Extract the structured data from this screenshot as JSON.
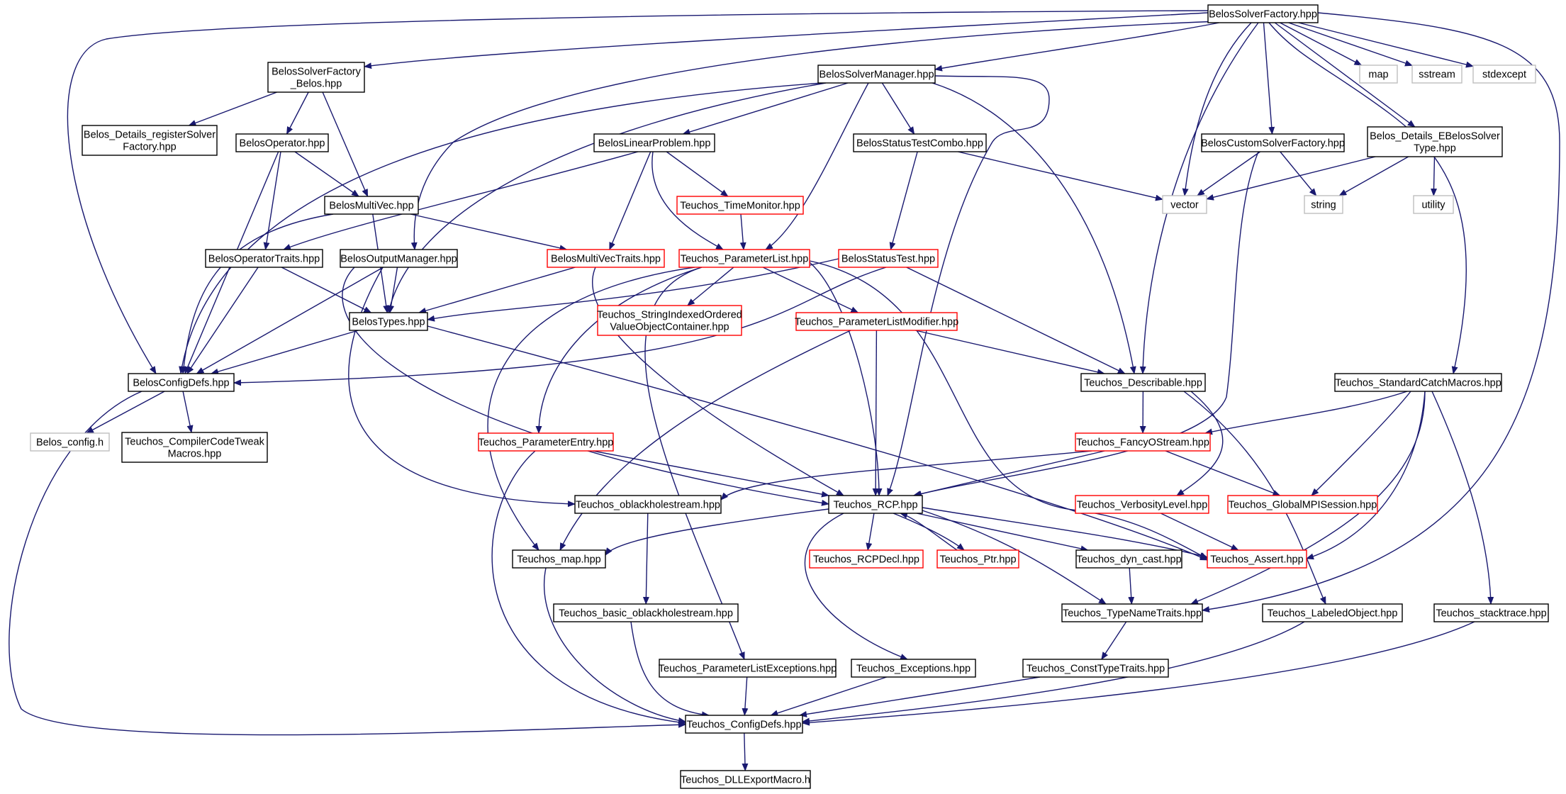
{
  "colors": {
    "edge": "#191970",
    "border_local": "#000000",
    "border_red": "#ff0000",
    "border_system": "#bfbfbf",
    "root_fill": "#bfbfbf"
  },
  "nodes": {
    "root": {
      "lines": [
        "BelosSolverFactory.hpp"
      ],
      "kind": "root"
    },
    "bsf_belos": {
      "lines": [
        "BelosSolverFactory",
        "_Belos.hpp"
      ],
      "kind": "local"
    },
    "bsm": {
      "lines": [
        "BelosSolverManager.hpp"
      ],
      "kind": "local"
    },
    "map": {
      "lines": [
        "map"
      ],
      "kind": "system"
    },
    "sstream": {
      "lines": [
        "sstream"
      ],
      "kind": "system"
    },
    "stdexcept": {
      "lines": [
        "stdexcept"
      ],
      "kind": "system"
    },
    "reg": {
      "lines": [
        "Belos_Details_registerSolver",
        "Factory.hpp"
      ],
      "kind": "local"
    },
    "op": {
      "lines": [
        "BelosOperator.hpp"
      ],
      "kind": "local"
    },
    "lp": {
      "lines": [
        "BelosLinearProblem.hpp"
      ],
      "kind": "local"
    },
    "stc": {
      "lines": [
        "BelosStatusTestCombo.hpp"
      ],
      "kind": "local"
    },
    "csf": {
      "lines": [
        "BelosCustomSolverFactory.hpp"
      ],
      "kind": "local"
    },
    "ebt": {
      "lines": [
        "Belos_Details_EBelosSolver",
        "Type.hpp"
      ],
      "kind": "local"
    },
    "mv": {
      "lines": [
        "BelosMultiVec.hpp"
      ],
      "kind": "local"
    },
    "tm": {
      "lines": [
        "Teuchos_TimeMonitor.hpp"
      ],
      "kind": "red"
    },
    "vector": {
      "lines": [
        "vector"
      ],
      "kind": "system"
    },
    "string": {
      "lines": [
        "string"
      ],
      "kind": "system"
    },
    "utility": {
      "lines": [
        "utility"
      ],
      "kind": "system"
    },
    "opt": {
      "lines": [
        "BelosOperatorTraits.hpp"
      ],
      "kind": "local"
    },
    "om": {
      "lines": [
        "BelosOutputManager.hpp"
      ],
      "kind": "local"
    },
    "mvt": {
      "lines": [
        "BelosMultiVecTraits.hpp"
      ],
      "kind": "red"
    },
    "pl": {
      "lines": [
        "Teuchos_ParameterList.hpp"
      ],
      "kind": "red"
    },
    "st": {
      "lines": [
        "BelosStatusTest.hpp"
      ],
      "kind": "red"
    },
    "types": {
      "lines": [
        "BelosTypes.hpp"
      ],
      "kind": "local"
    },
    "sioc": {
      "lines": [
        "Teuchos_StringIndexedOrdered",
        "ValueObjectContainer.hpp"
      ],
      "kind": "red"
    },
    "plm": {
      "lines": [
        "Teuchos_ParameterListModifier.hpp"
      ],
      "kind": "red"
    },
    "bcd": {
      "lines": [
        "BelosConfigDefs.hpp"
      ],
      "kind": "local"
    },
    "desc": {
      "lines": [
        "Teuchos_Describable.hpp"
      ],
      "kind": "local"
    },
    "scm": {
      "lines": [
        "Teuchos_StandardCatchMacros.hpp"
      ],
      "kind": "local"
    },
    "bconf": {
      "lines": [
        "Belos_config.h"
      ],
      "kind": "system"
    },
    "cct": {
      "lines": [
        "Teuchos_CompilerCodeTweak",
        "Macros.hpp"
      ],
      "kind": "local"
    },
    "pe": {
      "lines": [
        "Teuchos_ParameterEntry.hpp"
      ],
      "kind": "red"
    },
    "fos": {
      "lines": [
        "Teuchos_FancyOStream.hpp"
      ],
      "kind": "red"
    },
    "obh": {
      "lines": [
        "Teuchos_oblackholestream.hpp"
      ],
      "kind": "local"
    },
    "rcp": {
      "lines": [
        "Teuchos_RCP.hpp"
      ],
      "kind": "local"
    },
    "vl": {
      "lines": [
        "Teuchos_VerbosityLevel.hpp"
      ],
      "kind": "red"
    },
    "gmpi": {
      "lines": [
        "Teuchos_GlobalMPISession.hpp"
      ],
      "kind": "red"
    },
    "tmap": {
      "lines": [
        "Teuchos_map.hpp"
      ],
      "kind": "local"
    },
    "rcpdecl": {
      "lines": [
        "Teuchos_RCPDecl.hpp"
      ],
      "kind": "red"
    },
    "ptr": {
      "lines": [
        "Teuchos_Ptr.hpp"
      ],
      "kind": "red"
    },
    "dync": {
      "lines": [
        "Teuchos_dyn_cast.hpp"
      ],
      "kind": "local"
    },
    "assert": {
      "lines": [
        "Teuchos_Assert.hpp"
      ],
      "kind": "red"
    },
    "bobh": {
      "lines": [
        "Teuchos_basic_oblackholestream.hpp"
      ],
      "kind": "local"
    },
    "tnt": {
      "lines": [
        "Teuchos_TypeNameTraits.hpp"
      ],
      "kind": "local"
    },
    "lo": {
      "lines": [
        "Teuchos_LabeledObject.hpp"
      ],
      "kind": "local"
    },
    "stk": {
      "lines": [
        "Teuchos_stacktrace.hpp"
      ],
      "kind": "local"
    },
    "ple": {
      "lines": [
        "Teuchos_ParameterListExceptions.hpp"
      ],
      "kind": "local"
    },
    "exc": {
      "lines": [
        "Teuchos_Exceptions.hpp"
      ],
      "kind": "local"
    },
    "ctt": {
      "lines": [
        "Teuchos_ConstTypeTraits.hpp"
      ],
      "kind": "local"
    },
    "tcd": {
      "lines": [
        "Teuchos_ConfigDefs.hpp"
      ],
      "kind": "local"
    },
    "dll": {
      "lines": [
        "Teuchos_DLLExportMacro.h"
      ],
      "kind": "local"
    }
  },
  "edges": [
    [
      "root",
      "bsf_belos"
    ],
    [
      "root",
      "bsm"
    ],
    [
      "root",
      "map"
    ],
    [
      "root",
      "sstream"
    ],
    [
      "root",
      "stdexcept"
    ],
    [
      "root",
      "csf"
    ],
    [
      "root",
      "ebt"
    ],
    [
      "root",
      "vector"
    ],
    [
      "root",
      "desc"
    ],
    [
      "root",
      "bcd"
    ],
    [
      "root",
      "om"
    ],
    [
      "root",
      "scm"
    ],
    [
      "root",
      "tnt"
    ],
    [
      "bsf_belos",
      "reg"
    ],
    [
      "bsf_belos",
      "op"
    ],
    [
      "bsf_belos",
      "mv"
    ],
    [
      "bsm",
      "lp"
    ],
    [
      "bsm",
      "stc"
    ],
    [
      "bsm",
      "pl"
    ],
    [
      "bsm",
      "types"
    ],
    [
      "bsm",
      "bcd"
    ],
    [
      "bsm",
      "desc"
    ],
    [
      "bsm",
      "rcp"
    ],
    [
      "op",
      "mv"
    ],
    [
      "op",
      "opt"
    ],
    [
      "op",
      "bcd"
    ],
    [
      "lp",
      "tm"
    ],
    [
      "lp",
      "mvt"
    ],
    [
      "lp",
      "pl"
    ],
    [
      "lp",
      "opt"
    ],
    [
      "stc",
      "st"
    ],
    [
      "stc",
      "vector"
    ],
    [
      "csf",
      "vector"
    ],
    [
      "csf",
      "string"
    ],
    [
      "csf",
      "rcp"
    ],
    [
      "ebt",
      "vector"
    ],
    [
      "ebt",
      "string"
    ],
    [
      "ebt",
      "utility"
    ],
    [
      "mv",
      "mvt"
    ],
    [
      "mv",
      "types"
    ],
    [
      "mv",
      "bcd"
    ],
    [
      "tm",
      "pl"
    ],
    [
      "opt",
      "types"
    ],
    [
      "opt",
      "bcd"
    ],
    [
      "om",
      "types"
    ],
    [
      "om",
      "bcd"
    ],
    [
      "om",
      "obh"
    ],
    [
      "om",
      "rcp"
    ],
    [
      "mvt",
      "types"
    ],
    [
      "mvt",
      "rcp"
    ],
    [
      "pl",
      "sioc"
    ],
    [
      "pl",
      "plm"
    ],
    [
      "pl",
      "pe"
    ],
    [
      "pl",
      "rcp"
    ],
    [
      "pl",
      "assert"
    ],
    [
      "pl",
      "tmap"
    ],
    [
      "pl",
      "ple"
    ],
    [
      "st",
      "types"
    ],
    [
      "st",
      "bcd"
    ],
    [
      "st",
      "desc"
    ],
    [
      "types",
      "bcd"
    ],
    [
      "types",
      "assert"
    ],
    [
      "plm",
      "desc"
    ],
    [
      "plm",
      "rcp"
    ],
    [
      "plm",
      "tmap"
    ],
    [
      "bcd",
      "bconf"
    ],
    [
      "bcd",
      "cct"
    ],
    [
      "bcd",
      "tcd"
    ],
    [
      "desc",
      "fos"
    ],
    [
      "desc",
      "vl"
    ],
    [
      "desc",
      "lo"
    ],
    [
      "scm",
      "fos"
    ],
    [
      "scm",
      "gmpi"
    ],
    [
      "scm",
      "assert"
    ],
    [
      "scm",
      "tnt"
    ],
    [
      "scm",
      "stk"
    ],
    [
      "pe",
      "rcp"
    ],
    [
      "pe",
      "tcd"
    ],
    [
      "fos",
      "rcp"
    ],
    [
      "fos",
      "obh"
    ],
    [
      "fos",
      "gmpi"
    ],
    [
      "obh",
      "bobh"
    ],
    [
      "rcp",
      "tmap"
    ],
    [
      "rcp",
      "rcpdecl"
    ],
    [
      "rcp",
      "ptr"
    ],
    [
      "rcp",
      "dync"
    ],
    [
      "rcp",
      "assert"
    ],
    [
      "rcp",
      "tnt"
    ],
    [
      "rcp",
      "exc"
    ],
    [
      "ptr",
      "rcp"
    ],
    [
      "vl",
      "assert"
    ],
    [
      "tmap",
      "tcd"
    ],
    [
      "dync",
      "tnt"
    ],
    [
      "bobh",
      "tcd"
    ],
    [
      "tnt",
      "ctt"
    ],
    [
      "lo",
      "tcd"
    ],
    [
      "stk",
      "tcd"
    ],
    [
      "ple",
      "tcd"
    ],
    [
      "exc",
      "tcd"
    ],
    [
      "ctt",
      "tcd"
    ],
    [
      "tcd",
      "dll"
    ]
  ]
}
